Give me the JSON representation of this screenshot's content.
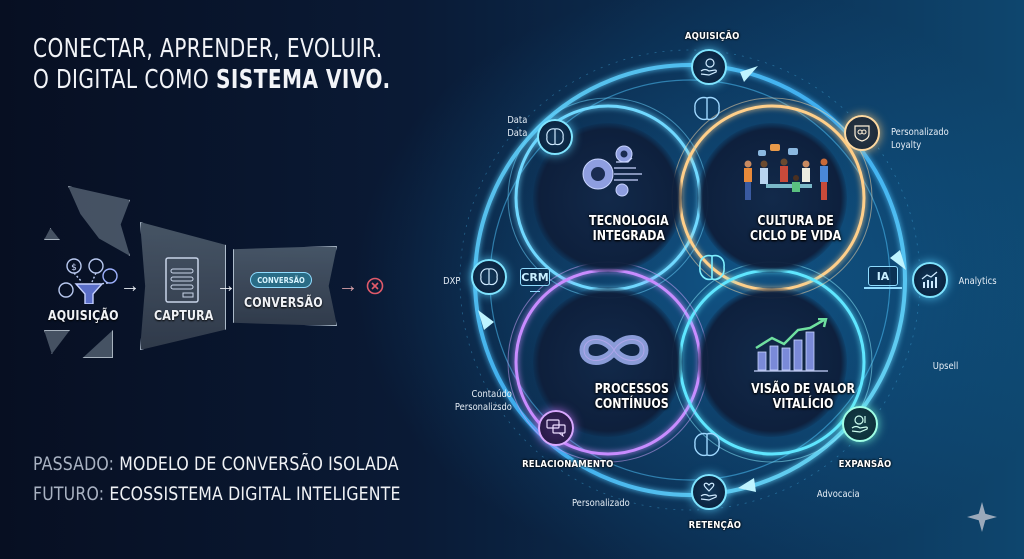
{
  "header": {
    "line1": "CONECTAR, APRENDER, EVOLUIR.",
    "line2_prefix": "O DIGITAL COMO ",
    "line2_bold": "SISTEMA VIVO."
  },
  "past_funnel": {
    "stages": [
      {
        "label": "AQUISIÇÃO",
        "icon": "funnel-icon"
      },
      {
        "label": "CAPTURA",
        "icon": "form-icon"
      },
      {
        "label": "CONVERSÃO",
        "icon": "button-click-icon",
        "button_text": "CONVERSÃO"
      }
    ],
    "end_icon": "x-circle-icon",
    "arrow_glyph": "→"
  },
  "footer": {
    "past_prefix": "PASSADO:",
    "past_text": " MODELO DE CONVERSÃO ISOLADA",
    "future_prefix": "FUTURO:",
    "future_text": " ECOSSISTEMA DIGITAL INTELIGENTE"
  },
  "ecosystem": {
    "quadrants": [
      {
        "id": "tech",
        "line1": "TECNOLOGIA",
        "line2": "INTEGRADA",
        "icon": "gears-circuit-icon"
      },
      {
        "id": "culture",
        "line1": "CULTURA DE",
        "line2": "CICLO DE VIDA",
        "icon": "team-meeting-icon"
      },
      {
        "id": "process",
        "line1": "PROCESSOS",
        "line2": "CONTÍNUOS",
        "icon": "infinity-loop-icon"
      },
      {
        "id": "value",
        "line1": "VISÃO DE VALOR",
        "line2": "VITALÍCIO",
        "icon": "growth-chart-icon"
      }
    ],
    "stages": [
      {
        "label": "AQUISIÇÃO",
        "icon": "hand-coin-icon"
      },
      {
        "label": "EXPANSÃO",
        "icon": "hand-growth-icon"
      },
      {
        "label": "RETENÇÃO",
        "icon": "hand-heart-icon"
      },
      {
        "label": "RELACIONAMENTO",
        "icon": "chat-bubbles-icon"
      }
    ],
    "side_nodes": {
      "data": {
        "labels": [
          "Data",
          "Data"
        ],
        "icon": "brain-icon"
      },
      "personalizado": {
        "labels": [
          "Personalizado",
          "Loyalty"
        ],
        "icon": "shield-badge-icon"
      },
      "analytics": {
        "label": "Analytics",
        "icon": "bar-chart-icon"
      },
      "dxp": {
        "label": "DXP",
        "icon": "brain-icon"
      }
    },
    "annotations": {
      "upsell": "Upsell",
      "advocacia": "Advocacia",
      "personalizado_bottom": "Personalizado",
      "conteudo_line1": "Contaúdo",
      "conteudo_line2": "Personalizsdo"
    },
    "chips": {
      "crm": "CRM",
      "ia": "IA"
    }
  },
  "colors": {
    "background_dark": "#070f22",
    "background_light": "#0e466e",
    "cyan_glow": "#7fe4ff",
    "purple_glow": "#d9a8ff",
    "gold_glow": "#ffd9a0",
    "reject_red": "#e05a6a"
  }
}
